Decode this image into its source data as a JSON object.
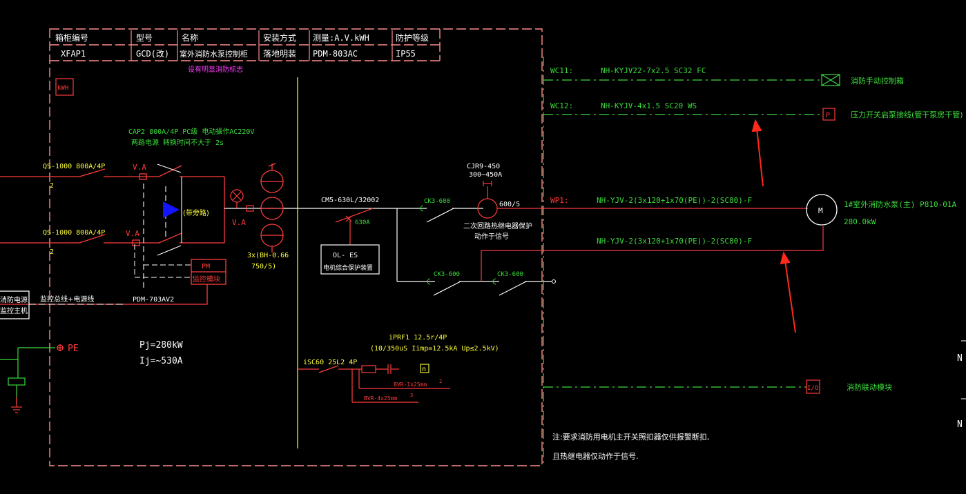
{
  "header": {
    "col1_label": "箱柜编号",
    "col2_label": "型号",
    "col3_label": "名称",
    "col4_label": "安装方式",
    "col5_label": "测量:A.V.kWH",
    "col6_label": "防护等级",
    "col1_value": "XFAP1",
    "col2_value": "GCD(改)",
    "col3_value": "室外消防水泵控制柜",
    "col4_value": "落地明装",
    "col5_value": "PDM-803AC",
    "col6_value": "IP55",
    "note": "设有明显消防标志"
  },
  "meter": {
    "kwh": "kWH"
  },
  "ats": {
    "line1": "CAP2  800A/4P  PC级  电动操作AC220V",
    "line2": "两路电源  转换时间不大于 2s",
    "symbol_label": "(带旁路)"
  },
  "incoming": {
    "qs1": "QS-1000  800A/4P",
    "qs2": "QS-1000  800A/4P",
    "n1": "2",
    "n2": "2",
    "va_top": "V.A",
    "va_bot": "V.A",
    "va_main": "V.A"
  },
  "ct": {
    "label": "3x(BH-0.66",
    "ratio": "750/5)"
  },
  "pm": {
    "pm": "PM",
    "mon": "监控模块"
  },
  "monitor": {
    "host_line1": "消防电源",
    "host_line2": "监控主机",
    "bus": "监控总线+电源线",
    "model": "PDM-703AV2"
  },
  "pe": {
    "label": "PE"
  },
  "load": {
    "pj": "Pj=280kW",
    "ij": "Ij=~530A"
  },
  "breaker": {
    "model": "CM5-630L/32002",
    "rating": "630A"
  },
  "ol": {
    "line1": "OL- ES",
    "line2": "电机综合保护装置"
  },
  "contactors": {
    "c1": "CK3-600",
    "c2": "CK3-600",
    "c3": "CK3-600"
  },
  "relay": {
    "model": "CJR9-450",
    "range": "300~450A",
    "ct": "600/5",
    "note1": "二次回路热继电器保护",
    "note2": "动作于信号"
  },
  "circuits": {
    "wc11_id": "WC11:",
    "wc11_cable": "NH-KYJV22-7x2.5   SC32  FC",
    "wc11_desc": "消防手动控制箱",
    "wc12_id": "WC12:",
    "wc12_cable": "NH-KYJV-4x1.5   SC20  WS",
    "wc12_desc": "压力开关启泵接线(管干泵房干管)",
    "p_box": "P",
    "wp1_id": "WP1:",
    "wp1_cable": "NH-YJV-2(3x120+1x70(PE))-2(SC80)-F",
    "wp1_cable2": "NH-YJV-2(3x120+1x70(PE))-2(SC80)-F",
    "motor": "M",
    "motor_desc": "1#室外消防水泵(主) P810-01A",
    "motor_power": "280.0kW",
    "io_box": "I/O",
    "io_desc": "消防联动模块"
  },
  "spd": {
    "title": "iPRF1  12.5r/4P",
    "spec": "(10/350uS  Iimp=12.5kA  Up≤2.5kV)",
    "breaker": "iSC60  25L2  4P",
    "n": "n",
    "wire1": "BVR-1x25mm",
    "wire1_n": "2",
    "wire2": "BVR-4x25mm",
    "wire2_n": "3"
  },
  "notes": {
    "line1": "注:要求消防用电机主开关照扣器仅供报警断扣,",
    "line2": "且热继电器仅动作于信号."
  },
  "edge": {
    "n1": "N",
    "n2": "N"
  },
  "colors": {
    "frame": "#ff8c8c",
    "red": "#ff3c3c",
    "green": "#3cdc3c",
    "yellow": "#ffff3c",
    "white": "#ffffff",
    "magenta": "#ff3cff",
    "blue": "#1414ff",
    "arrow": "#ff2a1a"
  }
}
